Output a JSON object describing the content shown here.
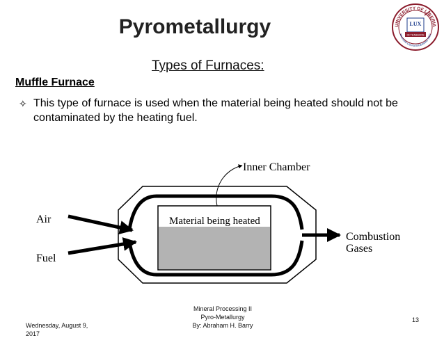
{
  "slide": {
    "title": "Pyrometallurgy",
    "subtitle": "Types of Furnaces:",
    "section_heading": "Muffle Furnace",
    "bullet_symbol": "✧",
    "bullet_text": "This type of furnace is used when the material being heated should not be contaminated by the heating fuel."
  },
  "diagram": {
    "inner_chamber_label": "Inner Chamber",
    "material_label": "Material being heated",
    "air_label": "Air",
    "fuel_label": "Fuel",
    "combustion_label_line1": "Combustion",
    "combustion_label_line2": "Gases"
  },
  "logo": {
    "top_text": "UNIVERSITY OF LIBERIA",
    "center_text": "LUX",
    "banner_text": "IN TENEBRIS",
    "bottom_text": "Monrovia Liberia Established 1862"
  },
  "footer": {
    "date": "Wednesday, August 9, 2017",
    "course_line1": "Mineral Processing II",
    "course_line2": "Pyro-Metallurgy",
    "course_line3": "By: Abraham H. Barry",
    "page_number": "13"
  }
}
